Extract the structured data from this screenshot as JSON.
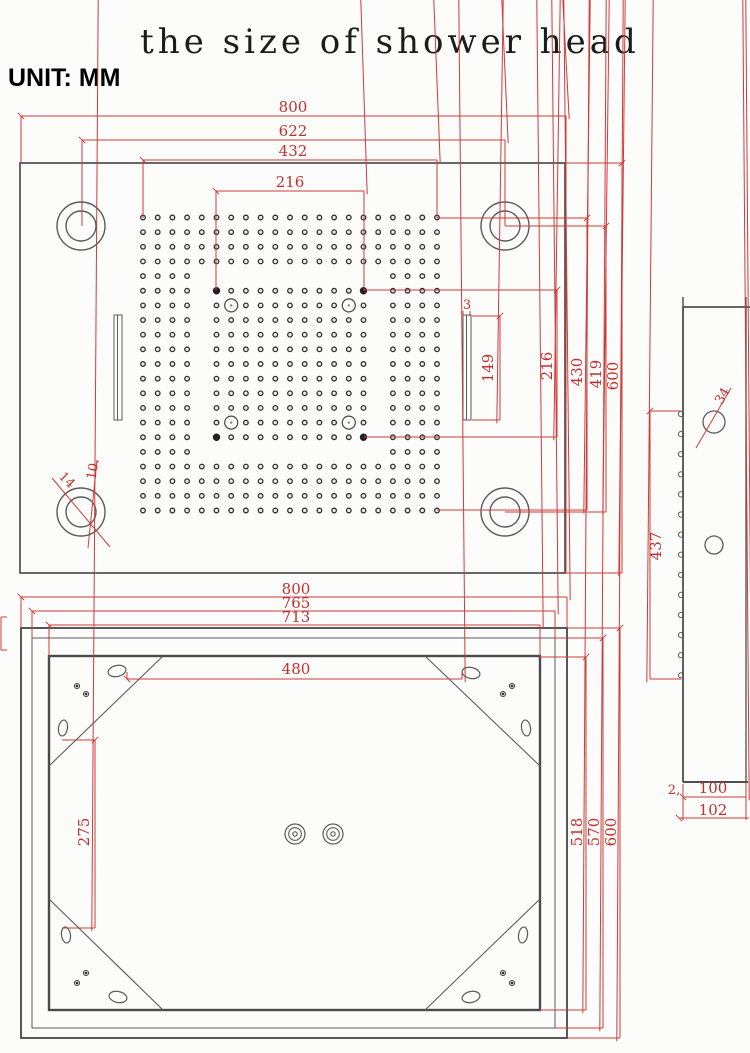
{
  "title": "the size of shower head",
  "unit_label": "UNIT: MM",
  "colors": {
    "dimension_red": "#cd3b3b",
    "dimension_text_red": "#c22f2f",
    "line_dark": "#5b5b5b"
  },
  "top_view": {
    "overall_width": "800",
    "hole_spacing_width": "622",
    "nozzle_area_width": "432",
    "nozzle_center_width": "216",
    "nozzle_center_height": "216",
    "nozzle_area_height": "430",
    "hole_spacing_height": "419",
    "overall_height": "600",
    "slot_width": "3",
    "slot_length": "149",
    "corner_hole_outer": "14",
    "corner_hole_inner": "10."
  },
  "side_view": {
    "nozzle_strip_length": "437",
    "hole_dimension": "34",
    "body_width": "100",
    "overall_width": "102",
    "plate_thickness": "2,"
  },
  "bottom_view": {
    "overall_width": "800",
    "mid_width": "765",
    "inner_width": "713",
    "inlet_spacing": "480",
    "slot_spacing": "275",
    "inner_height": "518",
    "mid_height": "570",
    "overall_height": "600"
  }
}
